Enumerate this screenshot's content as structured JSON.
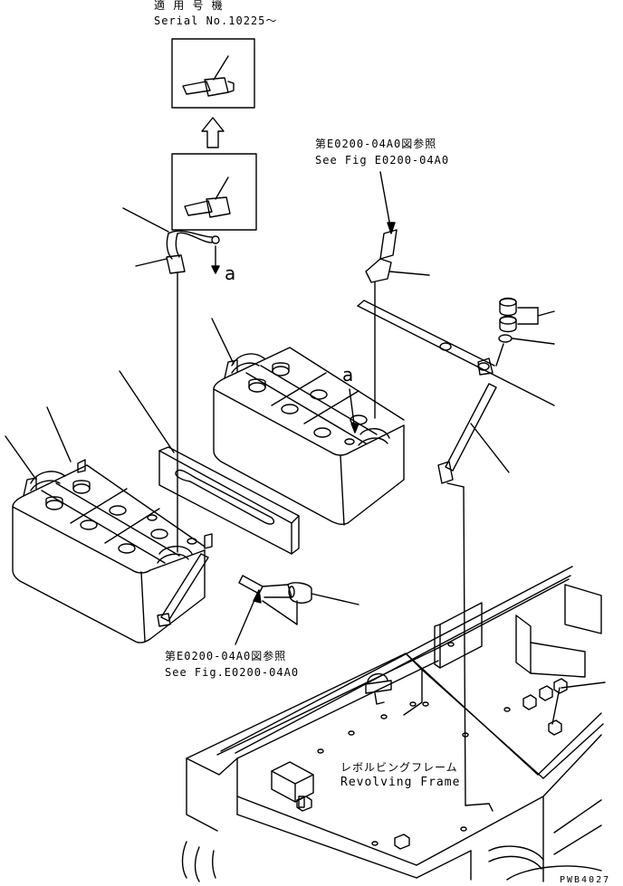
{
  "applicable_models": {
    "title": "適 用 号 機",
    "serial": "Serial No.10225～"
  },
  "fig_ref_top": {
    "jp": "第E0200-04A0図参照",
    "en": "See Fig E0200-04A0"
  },
  "fig_ref_bottom": {
    "jp": "第E0200-04A0図参照",
    "en": "See Fig.E0200-04A0"
  },
  "frame_label": {
    "jp": "レボルビングフレーム",
    "en": "Revolving Frame"
  },
  "markers": {
    "a1": "a",
    "a2": "a"
  },
  "drawing_no": "PWB4027"
}
